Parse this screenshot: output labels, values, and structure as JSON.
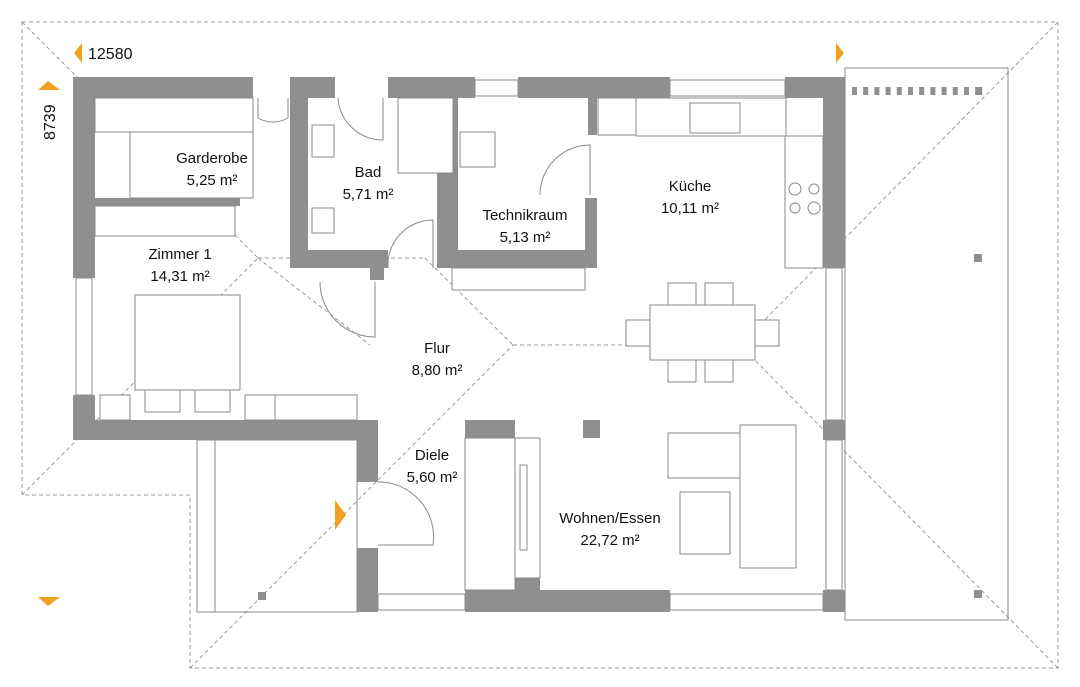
{
  "plan": {
    "dimensions": {
      "width": "12580",
      "depth": "8739"
    },
    "colors": {
      "wall": "#8f8f8f",
      "accent": "#f0a01e",
      "line": "#8a8a8a"
    },
    "rooms": [
      {
        "name": "Garderobe",
        "area": "5,25 m²"
      },
      {
        "name": "Bad",
        "area": "5,71 m²"
      },
      {
        "name": "Technikraum",
        "area": "5,13 m²"
      },
      {
        "name": "Küche",
        "area": "10,11 m²"
      },
      {
        "name": "Zimmer 1",
        "area": "14,31 m²"
      },
      {
        "name": "Flur",
        "area": "8,80 m²"
      },
      {
        "name": "Diele",
        "area": "5,60 m²"
      },
      {
        "name": "Wohnen/Essen",
        "area": "22,72 m²"
      }
    ]
  }
}
